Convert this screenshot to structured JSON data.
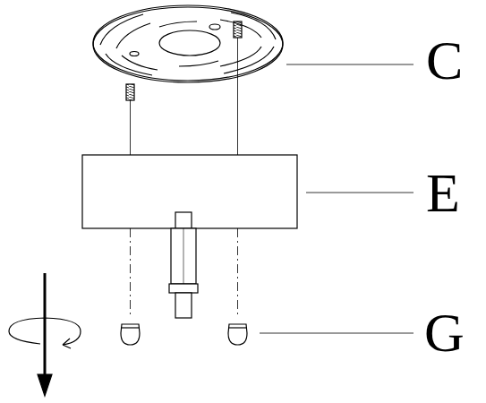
{
  "diagram": {
    "labels": [
      "C",
      "E",
      "G"
    ]
  }
}
